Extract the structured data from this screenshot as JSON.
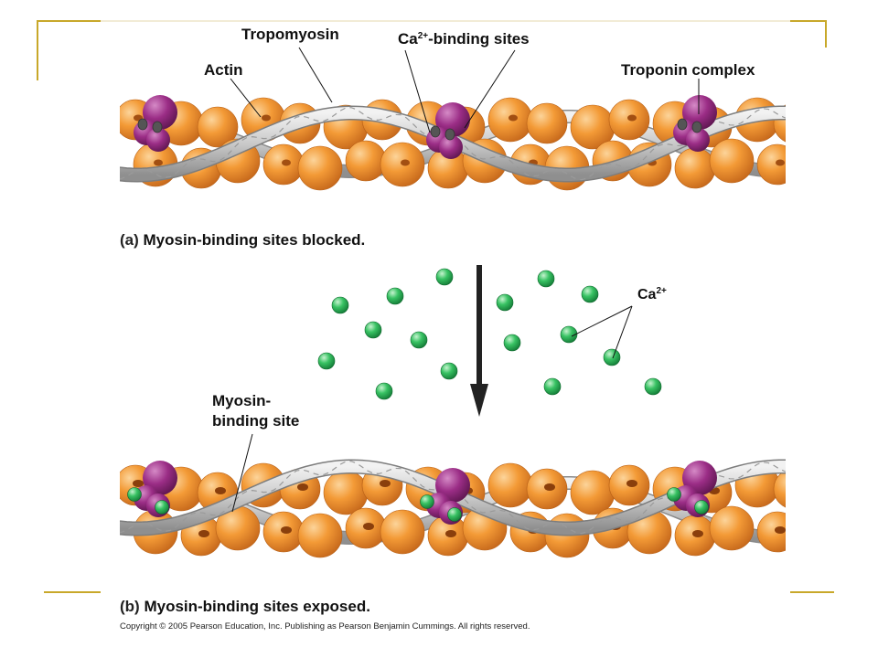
{
  "labels": {
    "tropomyosin": "Tropomyosin",
    "ca_binding_prefix": "Ca",
    "ca_binding_sup": "2+",
    "ca_binding_suffix": "-binding sites",
    "actin": "Actin",
    "troponin": "Troponin complex",
    "ca_ion_prefix": "Ca",
    "ca_ion_sup": "2+",
    "myosin_site_line1": "Myosin-",
    "myosin_site_line2": "binding site"
  },
  "panel_a": {
    "tag": "(a)",
    "caption": "Myosin-binding sites blocked."
  },
  "panel_b": {
    "tag": "(b)",
    "caption": "Myosin-binding sites exposed."
  },
  "copyright": "Copyright © 2005 Pearson Education, Inc. Publishing as Pearson Benjamin Cummings. All rights reserved.",
  "colors": {
    "frame": "#c8a82a",
    "actin": "#f0962e",
    "troponin": "#9b2d86",
    "calcium": "#2fb75a",
    "tropomyosin": "#c9c9c9"
  }
}
